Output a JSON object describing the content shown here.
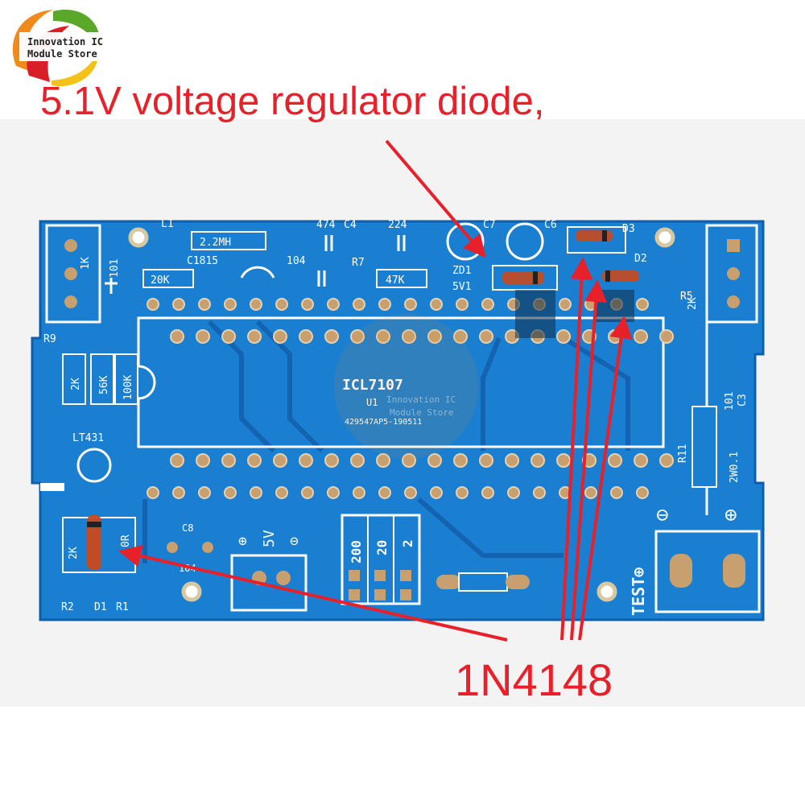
{
  "logo": {
    "line1": "Innovation IC",
    "line2": "Module Store",
    "colors": {
      "leaf_orange": "#f08a1c",
      "leaf_red": "#d81e26",
      "leaf_green": "#5aa829",
      "leaf_yellow": "#f2c21a"
    }
  },
  "headline": "5.1V voltage regulator diode,",
  "part_label": "1N4148",
  "colors": {
    "annotation": "#e8202a",
    "pcb": "#1a7fd0",
    "pcb_dark": "#0d5fae",
    "silkscreen": "#ffffff",
    "pad": "#c8a070",
    "diode_body": "#c84a1e"
  },
  "board": {
    "chip": {
      "name": "ICL7107",
      "ref": "U1",
      "code": "429547AP5-190511",
      "watermark_1": "Innovation IC",
      "watermark_2": "Module Store"
    },
    "labels": {
      "l1": "L1",
      "l1_value": "2.2MH",
      "cap_474": "474",
      "c4": "C4",
      "cap_224": "224",
      "c7": "C7",
      "c6": "C6",
      "d3": "D3",
      "d2": "D2",
      "c1815": "C1815",
      "r_20k": "20K",
      "cap_104": "104",
      "r7": "R7",
      "r_47k": "47K",
      "zd1": "ZD1",
      "zd1_value": "5V1",
      "r5": "R5",
      "r5_value": "2K",
      "cap_101_left": "101",
      "r_1k": "1K",
      "r9": "R9",
      "r_2k": "2K",
      "r_56k": "56K",
      "r_100k": "100K",
      "lt431": "LT431",
      "c3": "C3",
      "cap_101_right": "101",
      "r11": "R11",
      "r11_value": "2W0.1",
      "minus": "⊖",
      "plus": "⊕",
      "test": "TEST⊕",
      "c8": "C8",
      "cap_104_bottom": "104",
      "power_plus": "⊕",
      "power_5v": "5V",
      "power_minus": "⊖",
      "range_200": "200",
      "range_20": "20",
      "range_2": "2",
      "r_2k_bottom": "2K",
      "r_0r": "0R",
      "r2": "R2",
      "d1": "D1",
      "r1": "R1"
    }
  }
}
